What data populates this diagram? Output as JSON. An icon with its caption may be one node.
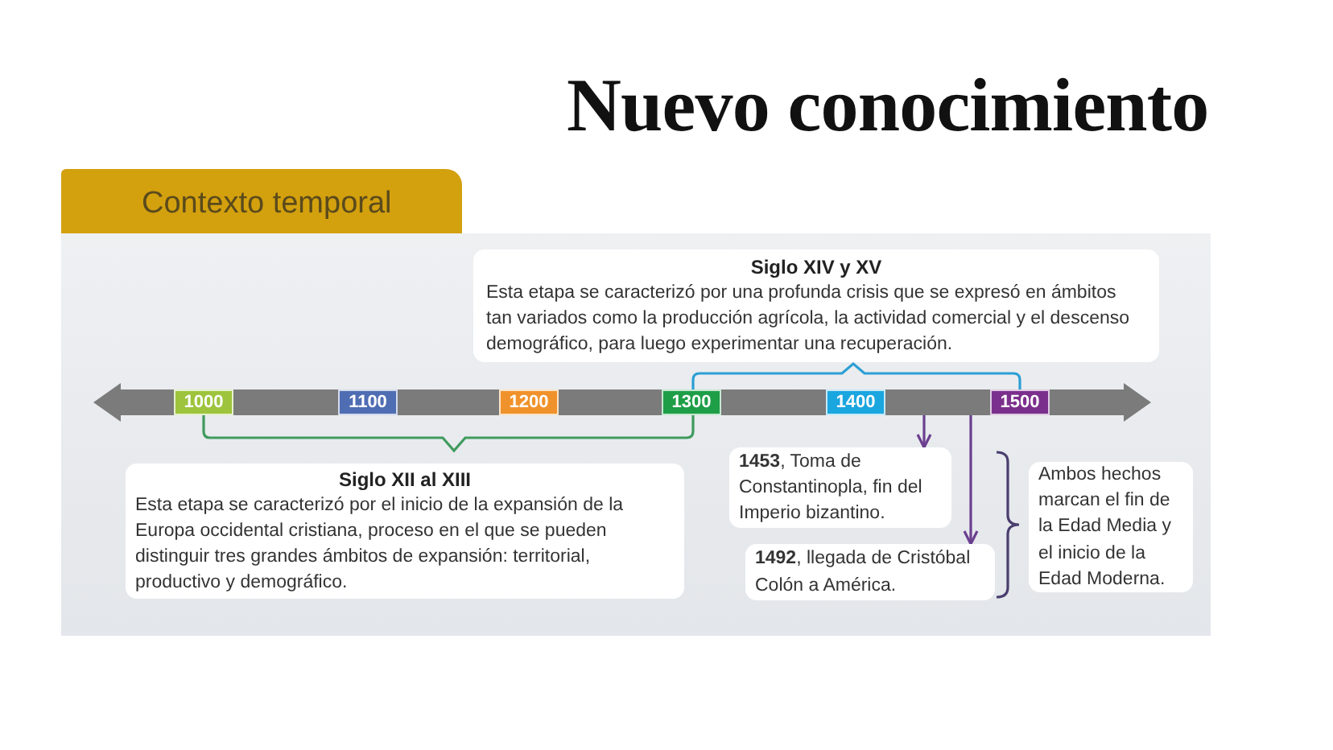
{
  "diagram": {
    "title": "Nuevo conocimiento",
    "nodes": [
      {
        "text": [
          "Contexto temporal"
        ]
      },
      {
        "text": [
          "Siglo XIV y XV",
          "Esta etapa se caracterizó por una profunda crisis que se expresó en ámbitos tan variados como la producción agrícola, la actividad comercial y el descenso demográfico, para luego experimentar una recuperación."
        ],
        "in": 0
      },
      {
        "text": [],
        "shape": "bar",
        "in": 0
      },
      {
        "text": [
          "1000"
        ],
        "in": 2
      },
      {
        "text": [
          "1100"
        ],
        "in": 2
      },
      {
        "text": [
          "1200"
        ],
        "in": 2
      },
      {
        "text": [
          "1300"
        ],
        "in": 2
      },
      {
        "text": [
          "1400"
        ],
        "in": 2
      },
      {
        "text": [
          "1500"
        ],
        "in": 2
      },
      {
        "text": [
          "Siglo XII al XIII",
          "Esta etapa se caracterizó por el inicio de la expansión de la Europa occidental cristiana, proceso en el que se pueden distinguir tres grandes ámbitos de expansión: territorial, productivo y demográfico."
        ],
        "in": 0
      },
      {
        "text": [
          "**1453**, Toma de Constantinopla, fin del Imperio bizantino."
        ],
        "in": 0
      },
      {
        "text": [
          "**1492**, llegada de Cristóbal Colón a América."
        ],
        "in": 0
      },
      {
        "text": [
          "Ambos hechos marcan el fin de la Edad Media y el inicio de la Edad Moderna."
        ],
        "in": 0
      }
    ],
    "edges": [
      {
        "from": 2,
        "to": 10,
        "arrow": "to"
      },
      {
        "from": 2,
        "to": 11,
        "arrow": "to"
      }
    ]
  }
}
